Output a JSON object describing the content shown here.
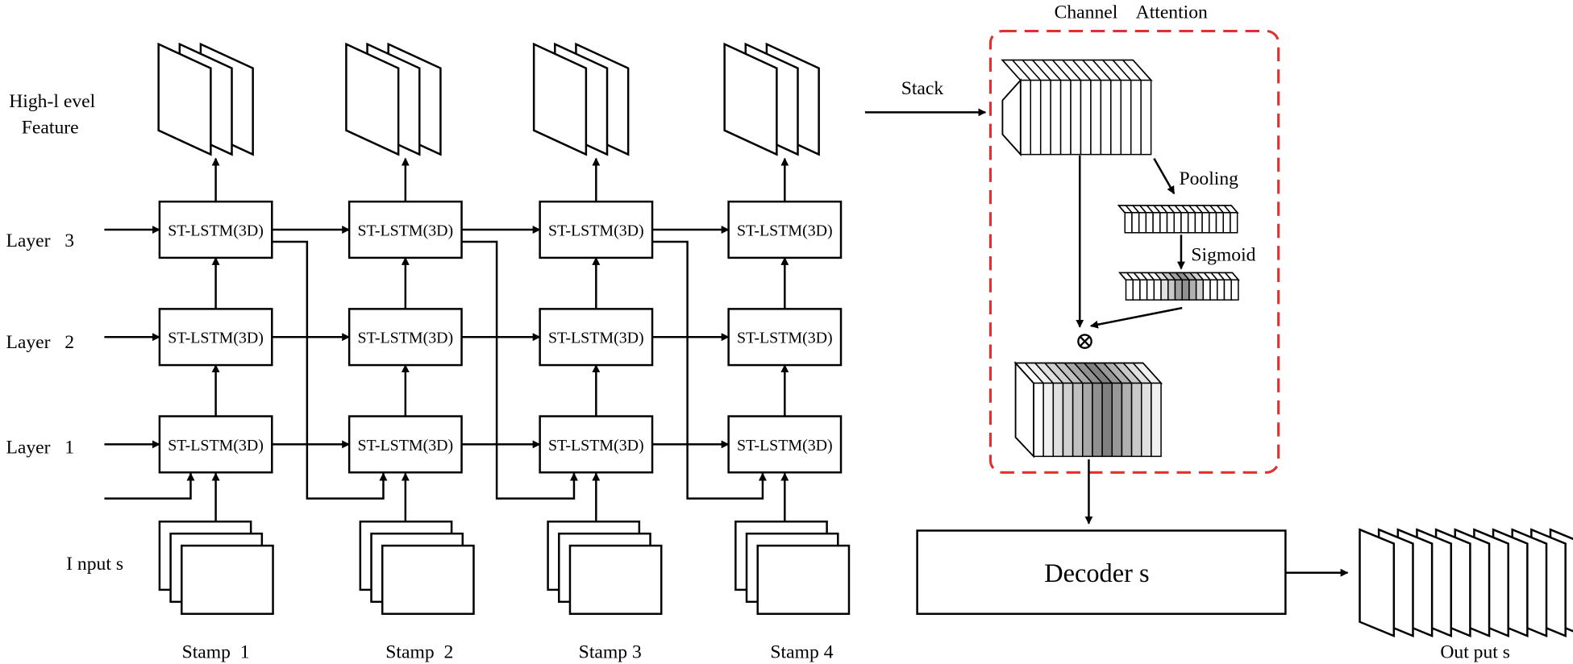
{
  "diagram": {
    "left_labels": {
      "high_level": [
        "High-l evel",
        "Feature"
      ],
      "layer3": "Layer   3",
      "layer2": "Layer   2",
      "layer1": "Layer   1",
      "inputs": "I nput s"
    },
    "cell_label": "ST-LSTM(3D)",
    "stamps": [
      "Stamp  1",
      "Stamp  2",
      "Stamp 3",
      "Stamp 4"
    ],
    "stack_label": "Stack",
    "channel_attention": {
      "title": "Channel    Attention",
      "pooling": "Pooling",
      "sigmoid": "Sigmoid",
      "multiply_symbol": "⊗",
      "border_color": "#e03030"
    },
    "decoder_label": "Decoder s",
    "outputs_label": "Out put s"
  }
}
